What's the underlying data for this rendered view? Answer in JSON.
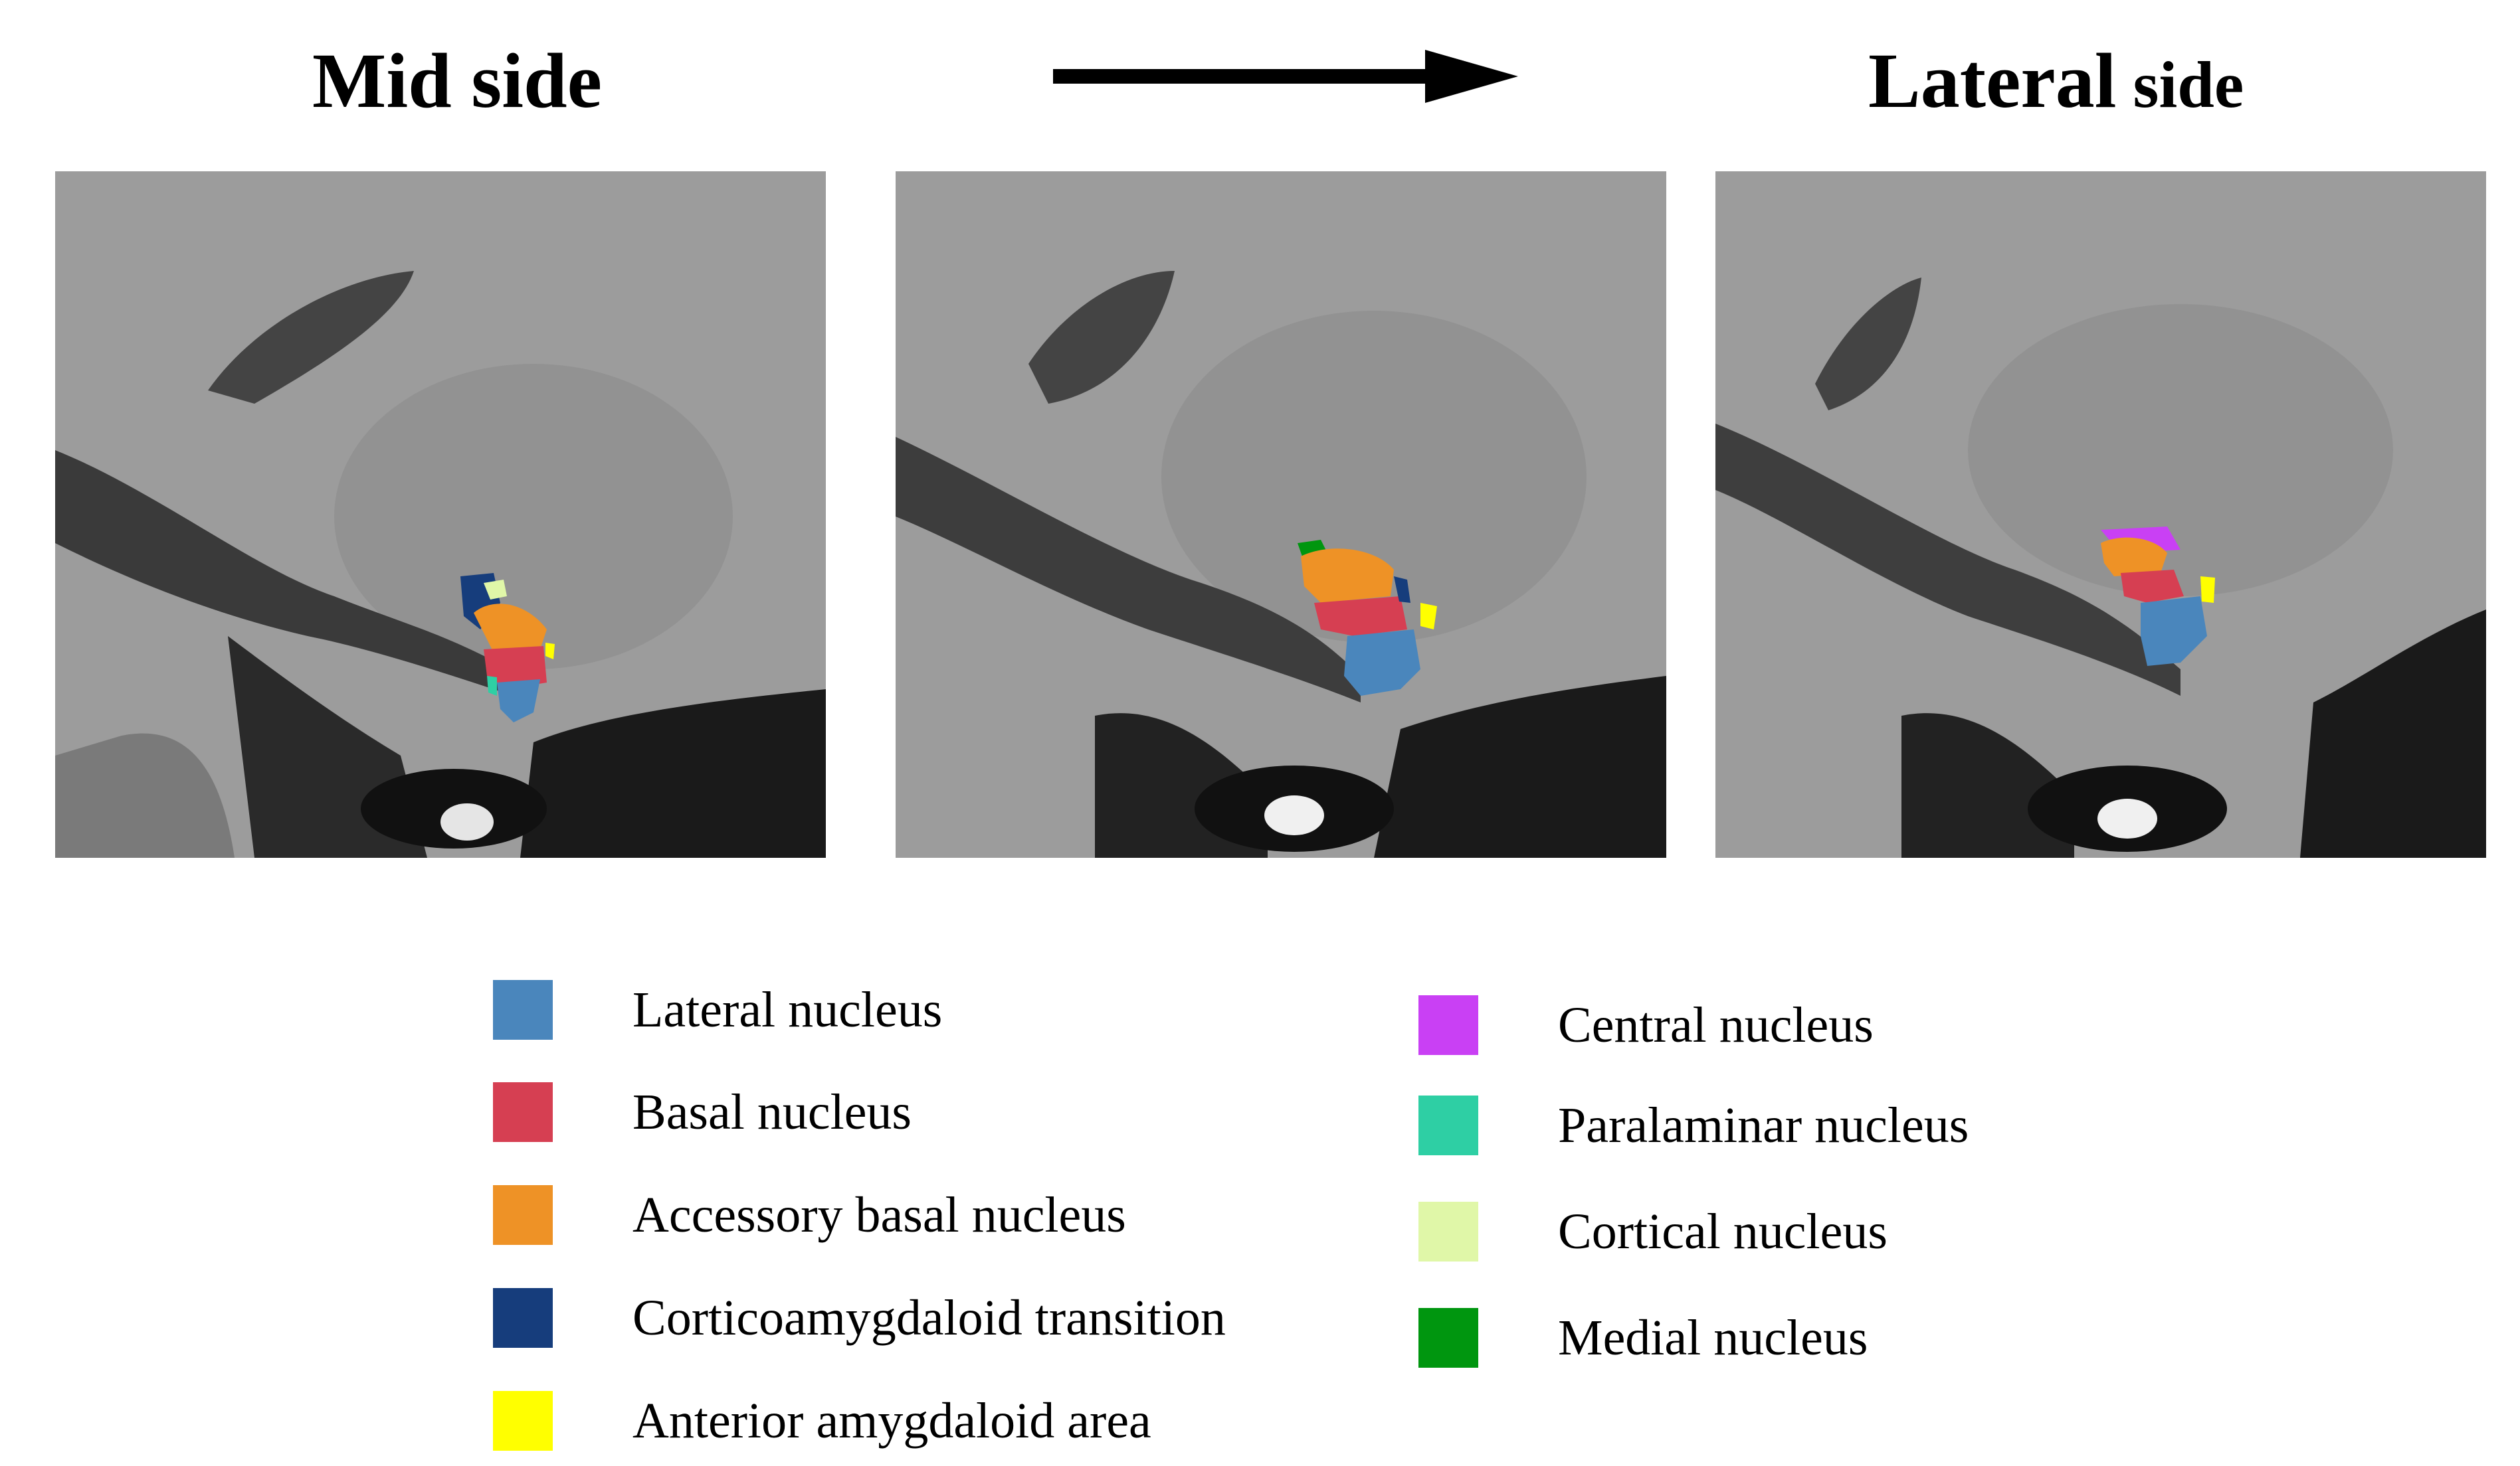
{
  "titles": {
    "mid": "Mid side",
    "lateral_big": "Lateral",
    "lateral_small": " side"
  },
  "legend": {
    "left": [
      {
        "label": "Lateral nucleus",
        "color": "#4a86bc"
      },
      {
        "label": "Basal nucleus",
        "color": "#d63f52"
      },
      {
        "label": "Accessory basal nucleus",
        "color": "#ee9226"
      },
      {
        "label": "Corticoamygdaloid transition",
        "color": "#163d7c"
      },
      {
        "label": "Anterior amygdaloid area",
        "color": "#ffff00"
      }
    ],
    "right": [
      {
        "label": "Central nucleus",
        "color": "#c940f4"
      },
      {
        "label": "Paralaminar nucleus",
        "color": "#2ecfa4"
      },
      {
        "label": "Cortical nucleus",
        "color": "#e0f7a8"
      },
      {
        "label": "Medial nucleus",
        "color": "#00960f"
      }
    ]
  },
  "colors": {
    "background": "#ffffff",
    "mri_gray": "#9a9a9a",
    "arrow": "#000000"
  }
}
